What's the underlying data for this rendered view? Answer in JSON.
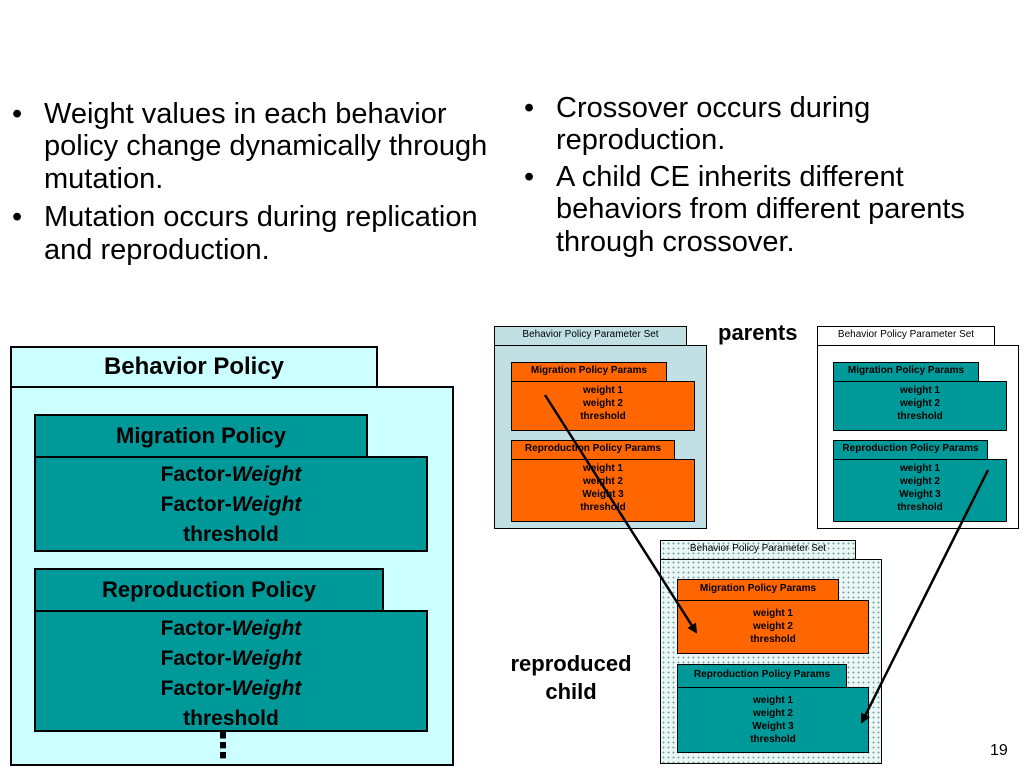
{
  "left_bullets": [
    "Weight values in each behavior policy change dynamically through mutation.",
    "Mutation occurs during replication and reproduction."
  ],
  "right_bullets": [
    "Crossover occurs during reproduction.",
    "A child CE inherits different behaviors from different parents through crossover."
  ],
  "left_diagram": {
    "title": "Behavior Policy",
    "migration": {
      "title": "Migration Policy",
      "factor": "Factor-",
      "weight": "Weight",
      "threshold": "threshold"
    },
    "reproduction": {
      "title": "Reproduction Policy",
      "factor": "Factor-",
      "weight": "Weight",
      "threshold": "threshold"
    },
    "ellipsis": "⋮"
  },
  "parents_label": "parents",
  "child_label": [
    "reproduced",
    "child"
  ],
  "set_title": "Behavior Policy Parameter Set",
  "migration_params_title": "Migration Policy Params",
  "reproduction_params_title": "Reproduction Policy Params",
  "migration_params": [
    "weight 1",
    "weight 2",
    "threshold"
  ],
  "parent1_reproduction_params": [
    "weight 1",
    "weight 2",
    "Weight 3",
    "threshold"
  ],
  "parent2_reproduction_params": [
    "weight 1",
    "weight 2",
    "Weight 3",
    "threshold"
  ],
  "child_reproduction_params": [
    "weight 1",
    "weight 2",
    "Weight 3",
    "threshold"
  ],
  "colors": {
    "cyan": "#ccffff",
    "teal": "#009999",
    "orange": "#ff6600",
    "light_blue": "#c0e0e4"
  },
  "page_number": "19"
}
